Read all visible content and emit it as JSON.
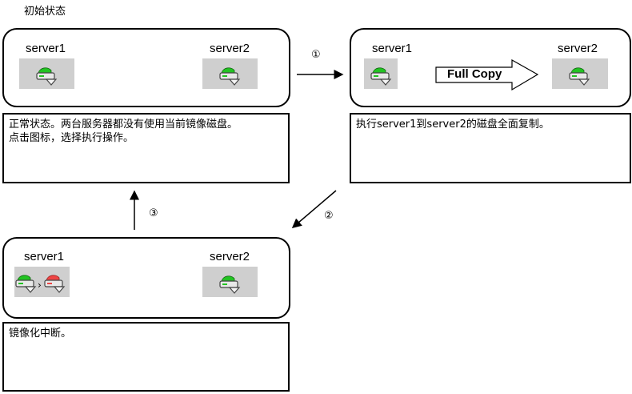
{
  "title": "初始状态",
  "panels": {
    "normal": {
      "server1": "server1",
      "server2": "server2",
      "description": "正常状态。两台服务器都没有使用当前镜像磁盘。\n点击图标，选择执行操作。"
    },
    "full_copy": {
      "server1": "server1",
      "server2": "server2",
      "action": "Full Copy",
      "description": "执行server1到server2的磁盘全面复制。"
    },
    "suspended": {
      "server1": "server1",
      "server2": "server2",
      "description": "镜像化中断。"
    }
  },
  "steps": [
    "①",
    "②",
    "③"
  ],
  "colors": {
    "active": "#22c322",
    "error": "#ee4444",
    "icon_bg": "#cfcfcf"
  }
}
